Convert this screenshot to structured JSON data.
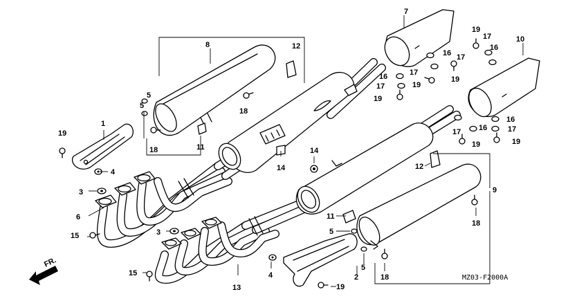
{
  "direction_label": "FR.",
  "diagram_code": "MZ03-F2000A",
  "labels": {
    "l1": "1",
    "l2": "2",
    "l3a": "3",
    "l3b": "3",
    "l4a": "4",
    "l4b": "4",
    "l5a": "5",
    "l5b": "5",
    "l5c": "5",
    "l5d": "5",
    "l6": "6",
    "l7": "7",
    "l8": "8",
    "l9": "9",
    "l10": "10",
    "l11a": "11",
    "l11b": "11",
    "l12a": "12",
    "l12b": "12",
    "l13": "13",
    "l14a": "14",
    "l14b": "14",
    "l15a": "15",
    "l15b": "15",
    "l16a": "16",
    "l16b": "16",
    "l16c": "16",
    "l16d": "16",
    "l16e": "16",
    "l17a": "17",
    "l17b": "17",
    "l17c": "17",
    "l17d": "17",
    "l17e": "17",
    "l17f": "17",
    "l18a": "18",
    "l18b": "18",
    "l18c": "18",
    "l18d": "18",
    "l19a": "19",
    "l19b": "19",
    "l19c": "19",
    "l19d": "19",
    "l19e": "19",
    "l19f": "19",
    "l19g": "19"
  }
}
